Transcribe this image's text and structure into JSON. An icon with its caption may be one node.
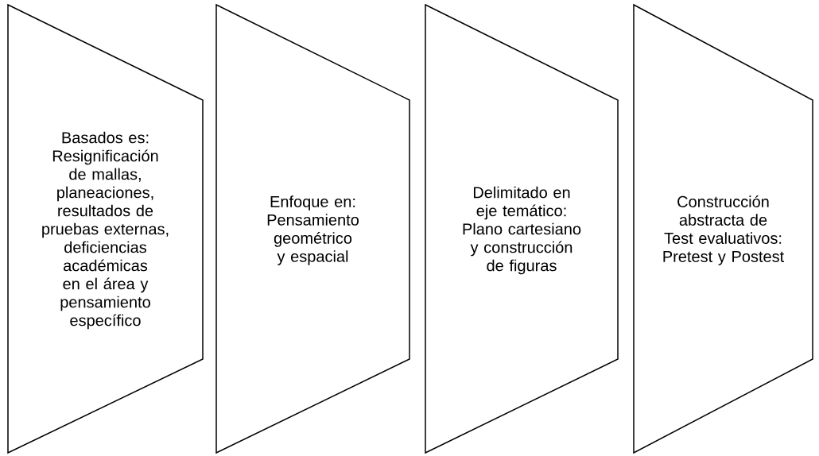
{
  "diagram": {
    "nodes": [
      {
        "text": [
          "Basados es: Resignificación de mallas, planeaciones, resultados de pruebas externas, deficiencias académicas en el área y pensamiento específico"
        ]
      },
      {
        "text": [
          "Enfoque en: Pensamiento geométrico y espacial"
        ]
      },
      {
        "text": [
          "Delimitado en eje temático: Plano cartesiano y construcción de figuras"
        ]
      },
      {
        "text": [
          "Construcción abstracta de Test evaluativos: Pretest y Postest"
        ]
      }
    ]
  }
}
